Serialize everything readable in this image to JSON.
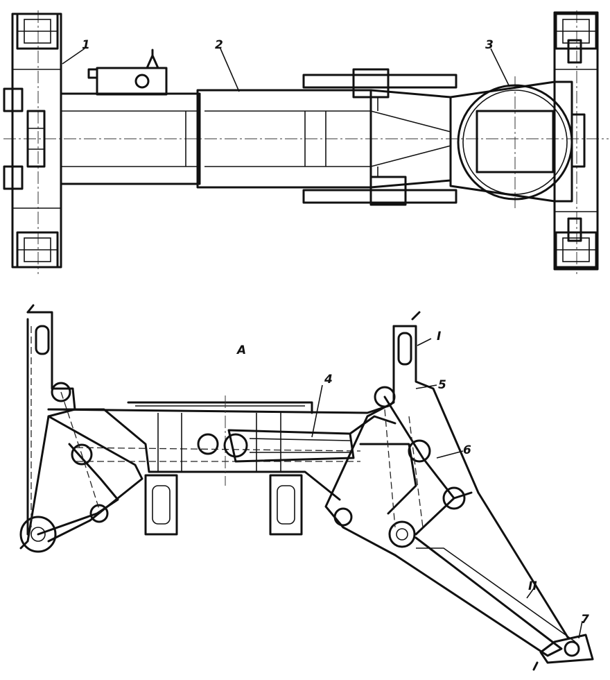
{
  "labels": {
    "part_1": "1",
    "part_2": "2",
    "part_3": "3",
    "part_4": "4",
    "part_5": "5",
    "part_6": "6",
    "part_7": "7",
    "view_a": "A",
    "section_I": "I",
    "section_II": "II"
  },
  "colors": {
    "ink": "#111111",
    "paper": "#ffffff"
  }
}
